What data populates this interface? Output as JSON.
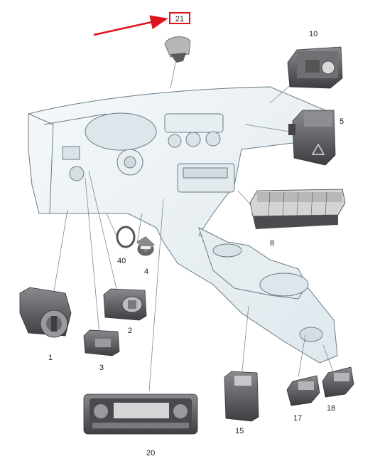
{
  "callouts": {
    "c21": "21",
    "c10": "10",
    "c5": "5",
    "c8": "8",
    "c40": "40",
    "c4": "4",
    "c1": "1",
    "c2": "2",
    "c3": "3",
    "c20": "20",
    "c15": "15",
    "c17": "17",
    "c18": "18"
  },
  "colors": {
    "highlight": "#e0141c",
    "part_fill": "#5a5a5e",
    "part_light": "#c8c8ca",
    "dash_fill": "#eef4f7",
    "outline": "#6b7a84"
  }
}
